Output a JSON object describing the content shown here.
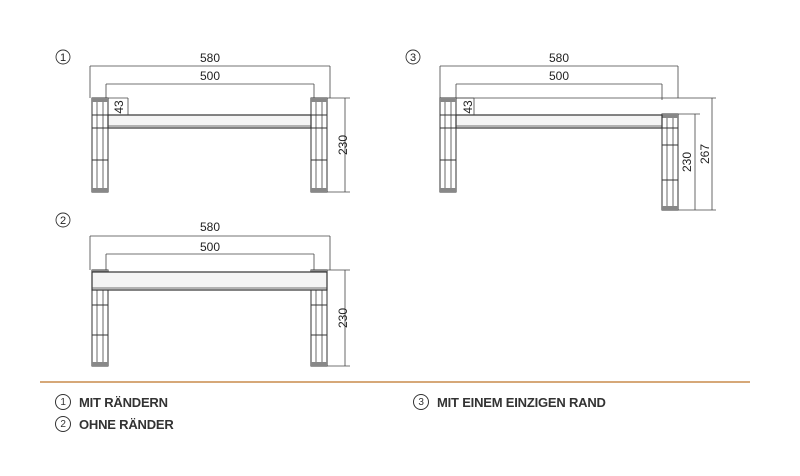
{
  "diagrams": [
    {
      "number": "1",
      "width_outer": "580",
      "width_inner": "500",
      "beam_offset": "43",
      "height": "230"
    },
    {
      "number": "2",
      "width_outer": "580",
      "width_inner": "500",
      "height": "230"
    },
    {
      "number": "3",
      "width_outer": "580",
      "width_inner": "500",
      "beam_offset": "43",
      "height": "230",
      "height_total": "267"
    }
  ],
  "legend": [
    {
      "number": "1",
      "label": "MIT RÄNDERN"
    },
    {
      "number": "2",
      "label": "OHNE RÄNDER"
    },
    {
      "number": "3",
      "label": "MIT EINEM EINZIGEN RAND"
    }
  ],
  "colors": {
    "separator": "#d6a878"
  }
}
